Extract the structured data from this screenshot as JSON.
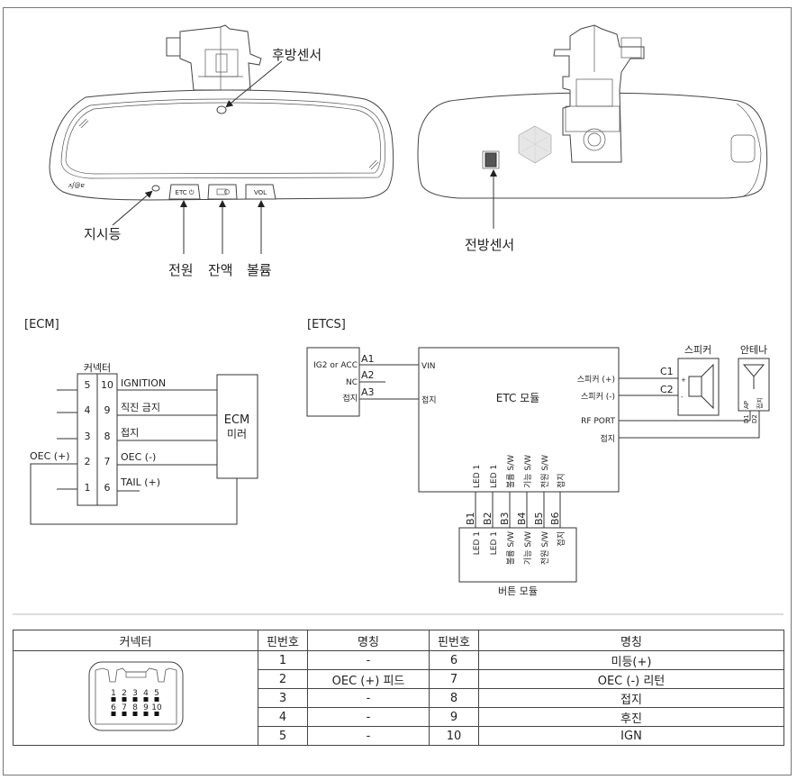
{
  "mirror_front": {
    "labels": {
      "rear_sensor": "후방센서",
      "indicator": "지시등",
      "power": "전원",
      "balance": "잔액",
      "volume": "볼륨"
    },
    "buttons": {
      "etc": "ETC ⏻",
      "balance_icon": "card-icon",
      "vol": "VOL"
    }
  },
  "mirror_back": {
    "labels": {
      "front_sensor": "전방센서"
    }
  },
  "ecm": {
    "title": "[ECM]",
    "connector_label": "커넥터",
    "left_pins": [
      "5",
      "4",
      "3",
      "2",
      "1"
    ],
    "right_pins": [
      "10",
      "9",
      "8",
      "7",
      "6"
    ],
    "signals": [
      "IGNITION",
      "직진 금지",
      "접지",
      "OEC (-)",
      "TAIL (+)"
    ],
    "left_signal": "OEC (+)",
    "module_line1": "ECM",
    "module_line2": "미러"
  },
  "etcs": {
    "title": "[ETCS]",
    "power_box": {
      "labels": [
        "IG2 or ACC",
        "NC",
        "접지"
      ],
      "pins": [
        "A1",
        "A2",
        "A3"
      ]
    },
    "module": {
      "name": "ETC 모듈",
      "left_inputs": [
        "VIN",
        "접지"
      ],
      "right_outputs": [
        "스피커 (+)",
        "스피커 (-)",
        "RF PORT",
        "접지"
      ],
      "bottom_pins": [
        "LED 1",
        "LED 1",
        "볼륨 S/W",
        "기능 S/W",
        "전원 S/W",
        "접지"
      ]
    },
    "speaker": {
      "title": "스피커",
      "pins": [
        "C1",
        "C2"
      ],
      "polarity": [
        "+",
        "-"
      ]
    },
    "antenna": {
      "title": "안테나",
      "inner_labels": [
        "AP",
        "접지"
      ],
      "pins": [
        "D1",
        "D2"
      ]
    },
    "button_module": {
      "name": "버튼 모듈",
      "pins": [
        "B1",
        "B2",
        "B3",
        "B4",
        "B5",
        "B6"
      ],
      "labels": [
        "LED 1",
        "LED 1",
        "볼륨 S/W",
        "기능 S/W",
        "전원 S/W",
        "접지"
      ]
    }
  },
  "pin_table": {
    "headers": [
      "커넥터",
      "핀번호",
      "명칭",
      "핀번호",
      "명칭"
    ],
    "rows": [
      {
        "pin_a": "1",
        "name_a": "-",
        "pin_b": "6",
        "name_b": "미등(+)"
      },
      {
        "pin_a": "2",
        "name_a": "OEC (+) 피드",
        "pin_b": "7",
        "name_b": "OEC (-) 리턴"
      },
      {
        "pin_a": "3",
        "name_a": "-",
        "pin_b": "8",
        "name_b": "접지"
      },
      {
        "pin_a": "4",
        "name_a": "-",
        "pin_b": "9",
        "name_b": "후진"
      },
      {
        "pin_a": "5",
        "name_a": "-",
        "pin_b": "10",
        "name_b": "IGN"
      }
    ],
    "connector_pins_top": [
      "1",
      "2",
      "3",
      "4",
      "5"
    ],
    "connector_pins_bottom": [
      "6",
      "7",
      "8",
      "9",
      "10"
    ]
  }
}
